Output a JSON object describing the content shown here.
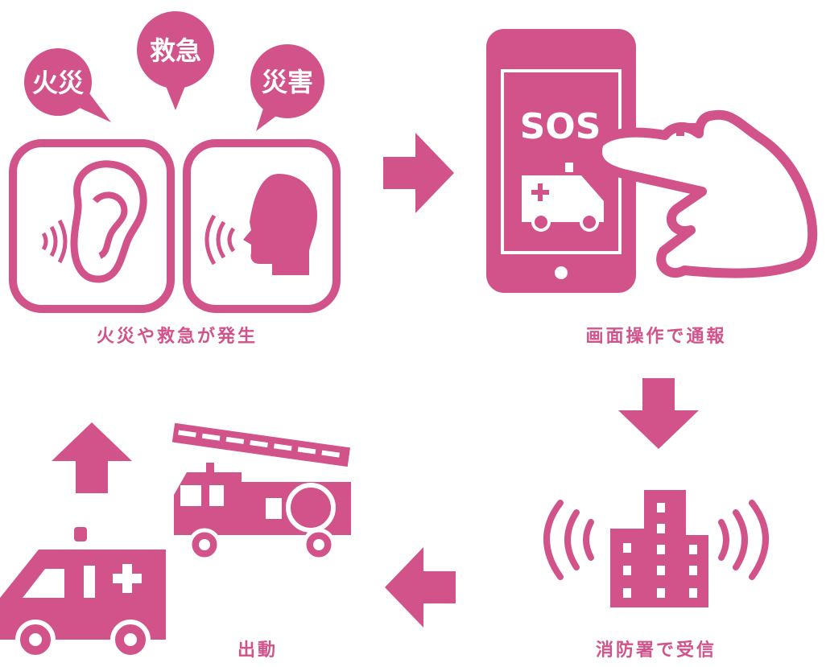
{
  "theme": {
    "accent": "#d1538a",
    "background": "#ffffff"
  },
  "bubbles": {
    "fire": "火災",
    "emergency": "救急",
    "disaster": "災害"
  },
  "phone": {
    "screen_text": "SOS"
  },
  "steps": [
    {
      "label": "火災や救急が発生"
    },
    {
      "label": "画面操作で通報"
    },
    {
      "label": "消防署で受信"
    },
    {
      "label": "出動"
    }
  ],
  "icons": [
    "ear-icon",
    "speaking-head-icon",
    "smartphone-icon",
    "pointing-hand-icon",
    "ambulance-icon",
    "fire-station-icon",
    "fire-truck-icon",
    "arrow-right-icon",
    "arrow-down-icon",
    "arrow-left-icon",
    "arrow-up-icon"
  ]
}
